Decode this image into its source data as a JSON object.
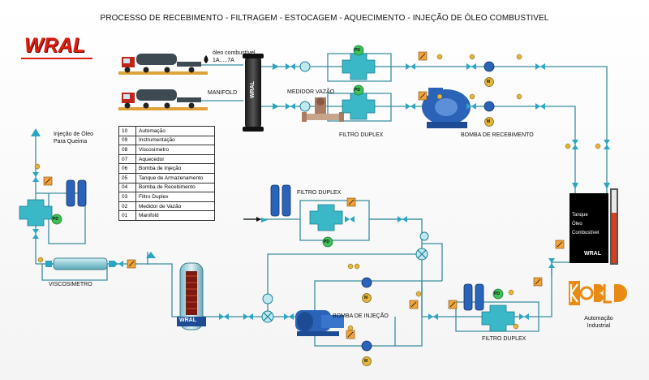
{
  "title": "PROCESSO DE RECEBIMENTO - FILTRAGEM - ESTOCAGEM - AQUECIMENTO - INJEÇÃO DE ÓLEO COMBUSTIVEL",
  "brand": "WRAL",
  "labels": {
    "oil_type": "óleo combustível",
    "oil_grade": "1A.....7A",
    "manifold": "MANIFOLD",
    "manifold_body": "WRAL",
    "flow_meter": "MEDIDOR VAZÃO",
    "duplex_filter": "FILTRO DUPLEX",
    "receiving_pump": "BOMBA DE RECEBIMENTO",
    "burn_injection_1": "Injeção de Óleo",
    "burn_injection_2": "Para Queima",
    "viscometer": "VISCOSIMETRO",
    "injection_pump": "BOMBA DE INJEÇÃO",
    "heater_brand": "WRAL",
    "tank_line1": "Tanque",
    "tank_line2": "Óleo",
    "tank_line3": "Combustível",
    "tank_brand": "WRAL",
    "partner_line1": "Automação",
    "partner_line2": "Industrial",
    "pd": "PD",
    "motor": "M"
  },
  "legend": [
    {
      "num": "10",
      "text": "Automação"
    },
    {
      "num": "09",
      "text": "Instrumentação"
    },
    {
      "num": "08",
      "text": "Viscosimetro"
    },
    {
      "num": "07",
      "text": "Aquecedor"
    },
    {
      "num": "06",
      "text": "Bomba de Injeção"
    },
    {
      "num": "05",
      "text": "Tanque de Armazenamento"
    },
    {
      "num": "04",
      "text": "Bomba de Recebimento"
    },
    {
      "num": "03",
      "text": "Filtro Duplex"
    },
    {
      "num": "02",
      "text": "Medidor de Vazão"
    },
    {
      "num": "01",
      "text": "Manifold"
    }
  ],
  "colors": {
    "pipe": "#3a8ea0",
    "fitting": "#2aa6c4",
    "filter_body": "#3ab8c8",
    "pump_body": "#2b63b8",
    "brand_red": "#e01b10",
    "kobold_orange": "#e98a12"
  }
}
